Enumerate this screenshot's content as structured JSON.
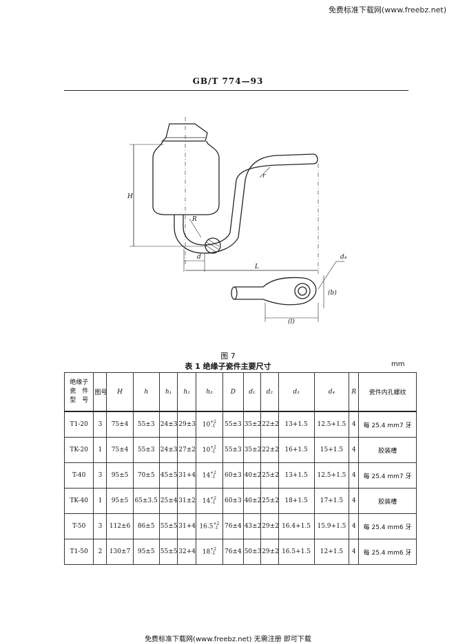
{
  "watermark_top": "免费标准下载网(www.freebz.net)",
  "standard_code": "GB/T 774—93",
  "figure": {
    "caption": "图 7",
    "labels": {
      "H": "H",
      "R": "R",
      "r": "r",
      "d": "d",
      "L": "L",
      "d4": "d₄",
      "b": "(b)",
      "l": "(l)"
    }
  },
  "table": {
    "caption": "表 1   绝缘子瓷件主要尺寸",
    "unit": "mm",
    "header": {
      "corner": [
        "绝缘子",
        "瓷　件",
        "型　号"
      ],
      "fig_no": "图号",
      "H": "H",
      "h": "h",
      "h1": "h₁",
      "h2": "h₂",
      "h3": "h₃",
      "D": "D",
      "d1": "d₁",
      "d2": "d₂",
      "d3": "d₃",
      "d4": "d₄",
      "R": "R",
      "thread": "瓷件内孔螺纹"
    },
    "rows": [
      {
        "model": "T1-20",
        "fig": "3",
        "H": "75±4",
        "h": "55±3",
        "h1": "24±3",
        "h2": "29±3",
        "h3_base": "10",
        "h3_sup": "+2",
        "h3_sub": "-1",
        "D": "55±3",
        "d1": "35±2",
        "d2": "22±2",
        "d3": "13+1.5",
        "d4": "12.5+1.5",
        "R": "4",
        "thread": "每 25.4 mm7 牙"
      },
      {
        "model": "TK-20",
        "fig": "1",
        "H": "75±4",
        "h": "55±3",
        "h1": "24±3",
        "h2": "27±2",
        "h3_base": "10",
        "h3_sup": "+2",
        "h3_sub": "-1",
        "D": "55±3",
        "d1": "35±2",
        "d2": "22±2",
        "d3": "16+1.5",
        "d4": "15+1.5",
        "R": "4",
        "thread": "胶装槽"
      },
      {
        "model": "T-40",
        "fig": "3",
        "H": "95±5",
        "h": "70±5",
        "h1": "45±5",
        "h2": "31+4",
        "h3_base": "14",
        "h3_sup": "+2",
        "h3_sub": "-1",
        "D": "60±3",
        "d1": "40±2",
        "d2": "25±2",
        "d3": "13+1.5",
        "d4": "12.5+1.5",
        "R": "4",
        "thread": "每 25.4 mm7 牙"
      },
      {
        "model": "TK-40",
        "fig": "1",
        "H": "95±5",
        "h": "65±3.5",
        "h1": "25±4",
        "h2": "31±2",
        "h3_base": "14",
        "h3_sup": "+2",
        "h3_sub": "-1",
        "D": "60±3",
        "d1": "40±2",
        "d2": "25±2",
        "d3": "18+1.5",
        "d4": "17+1.5",
        "R": "4",
        "thread": "胶装槽"
      },
      {
        "model": "T-50",
        "fig": "3",
        "H": "112±6",
        "h": "86±5",
        "h1": "55±5",
        "h2": "31+4",
        "h3_base": "16.5",
        "h3_sup": "+2",
        "h3_sub": "-1",
        "D": "76±4",
        "d1": "43±2",
        "d2": "29±2",
        "d3": "16.4+1.5",
        "d4": "15.9+1.5",
        "R": "4",
        "thread": "每 25.4 mm6 牙"
      },
      {
        "model": "T1-50",
        "fig": "2",
        "H": "130±7",
        "h": "95±5",
        "h1": "55±5",
        "h2": "32+4",
        "h3_base": "18",
        "h3_sup": "+2",
        "h3_sub": "-1",
        "D": "76±4",
        "d1": "50±3",
        "d2": "29±2",
        "d3": "16.5+1.5",
        "d4": "12+1.5",
        "R": "4",
        "thread": "每 25.4 mm6 牙"
      }
    ]
  },
  "watermark_bottom": "免费标准下载网(www.freebz.net) 无需注册 即可下载"
}
